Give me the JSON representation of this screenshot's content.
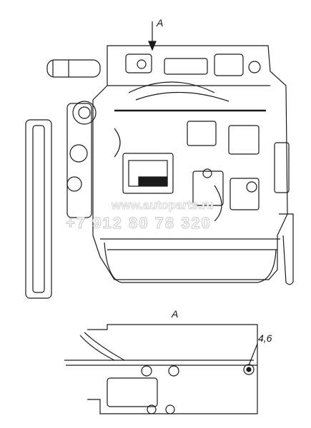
{
  "labels": {
    "view_arrow": "A",
    "view_title": "A",
    "callout": "4,6"
  },
  "watermark": {
    "site": "www.autoparts.ru",
    "phone": "+7 912 80 78 320"
  },
  "colors": {
    "line": "#1a1a1a",
    "background": "#ffffff"
  }
}
